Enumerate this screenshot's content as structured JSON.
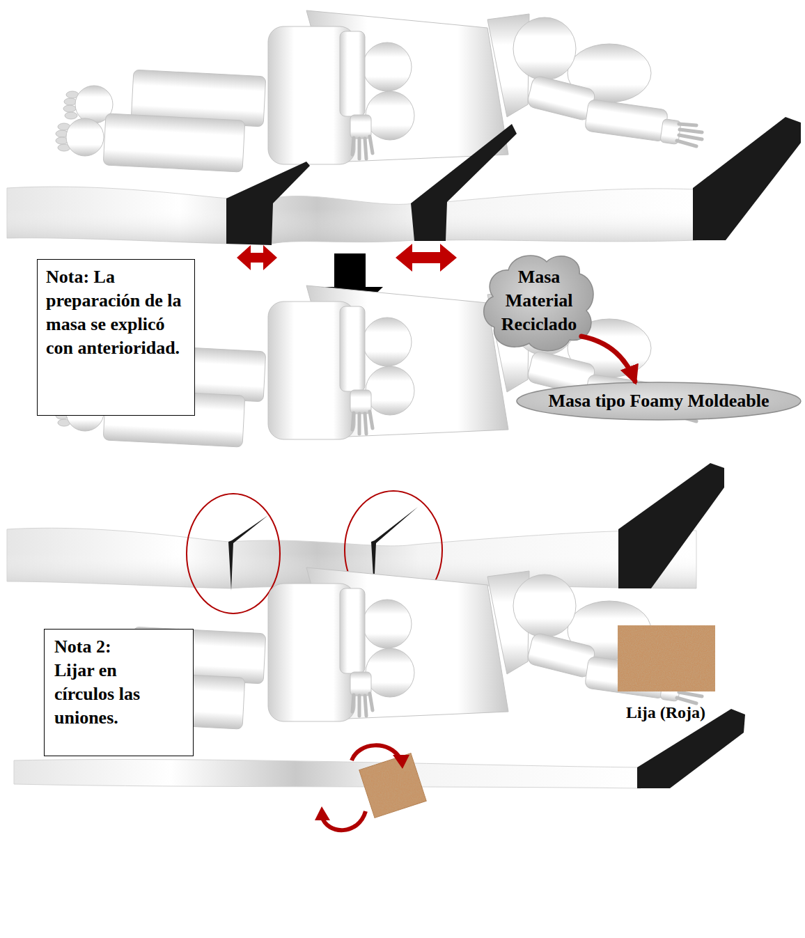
{
  "diagram": {
    "nodes": [
      {
        "text": [
          "Nota: La preparación de la masa se explicó con anterioridad."
        ]
      },
      {
        "text": [
          "Masa Material Reciclado"
        ]
      },
      {
        "text": [
          "Masa tipo Foamy Moldeable"
        ]
      },
      {
        "text": [
          "Nota 2: Lijar en círculos las uniones."
        ]
      }
    ],
    "edges": [
      {
        "from": 1,
        "to": 2,
        "arrow": "to"
      }
    ],
    "labels": [
      "Lija (Roja)"
    ]
  }
}
